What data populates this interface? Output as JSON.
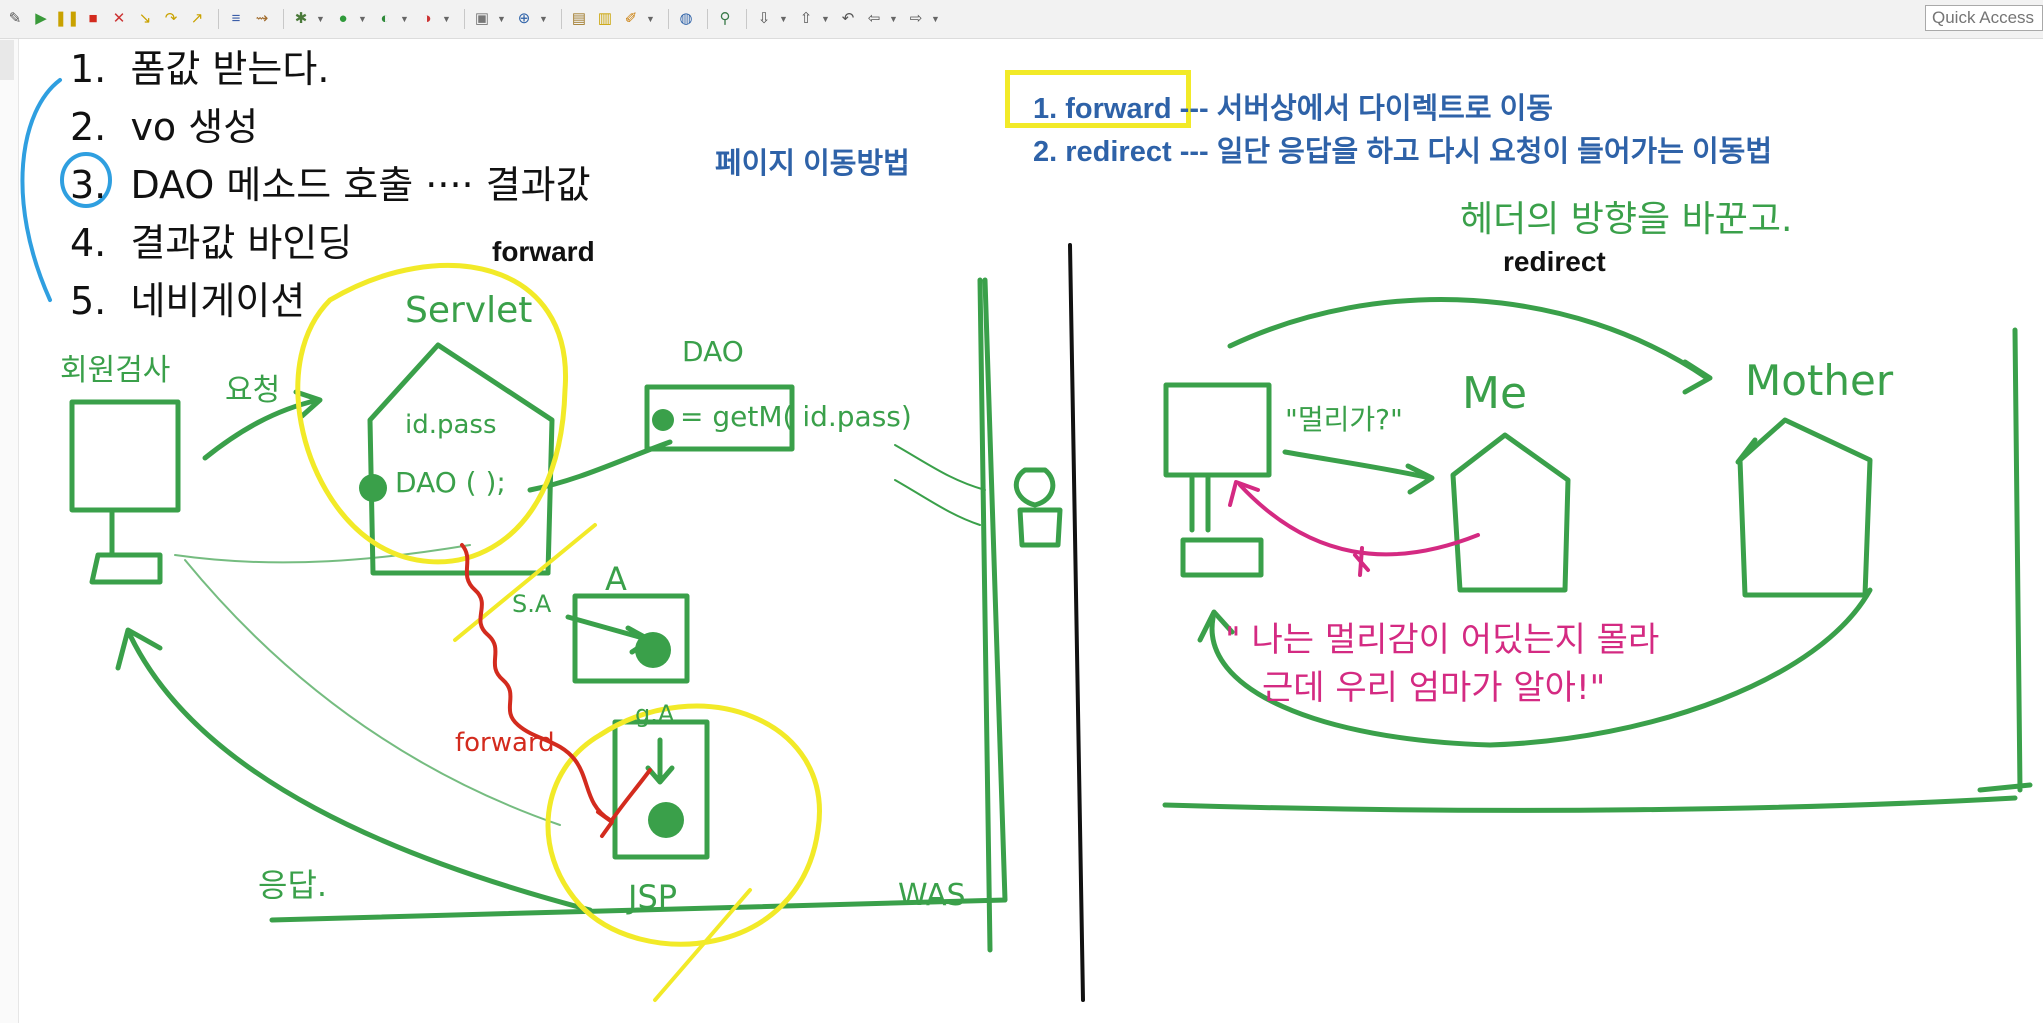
{
  "toolbar": {
    "icons": [
      "debug-icon",
      "run-icon",
      "resume-icon",
      "suspend-icon",
      "terminate-icon",
      "disconnect-icon",
      "step-into-icon",
      "step-over-icon",
      "step-return-icon",
      "drop-to-frame-icon",
      "use-step-filters-icon",
      "bug-icon",
      "run-button-icon",
      "external-tools-icon",
      "coverage-icon",
      "new-server-icon",
      "new-java-class-icon",
      "open-type-icon",
      "open-task-icon",
      "search-icon",
      "globe-icon",
      "perspective-icon",
      "next-annotation-icon",
      "previous-annotation-icon",
      "last-edit-icon",
      "back-icon",
      "forward-icon"
    ],
    "quick_access_placeholder": "Quick Access"
  },
  "notes": {
    "list": [
      {
        "num": "1.",
        "text": "폼값 받는다."
      },
      {
        "num": "2.",
        "text": "vo 생성"
      },
      {
        "num": "3.",
        "text": "DAO 메소드 호출 ···· 결과값"
      },
      {
        "num": "4.",
        "text": "결과값 바인딩"
      },
      {
        "num": "5.",
        "text": "네비게이션"
      }
    ],
    "page_move_title": "페이지 이동방법",
    "methods": [
      {
        "label": "1. forward",
        "desc": "--- 서버상에서 다이렉트로 이동"
      },
      {
        "label": "2. redirect",
        "desc": "--- 일단 응답을 하고 다시 요청이 들어가는 이동법"
      }
    ],
    "forward_heading": "forward",
    "redirect_heading": "redirect",
    "header_note": "헤더의 방향을 바꾼고."
  },
  "forward_diagram": {
    "client_label": "회원검사",
    "request_label": "요청",
    "servlet_label": "Servlet",
    "servlet_param": "id.pass",
    "servlet_call": "DAO ( );",
    "dao_label": "DAO",
    "dao_method": "= getM( id.pass)",
    "sa_label": "S.A",
    "a_label": "A",
    "ga_label": "g.A",
    "forward_label": "forward",
    "jsp_label": "JSP",
    "response_label": "응답.",
    "was_label": "WAS"
  },
  "redirect_diagram": {
    "question": "\"멀리가?\"",
    "me_label": "Me",
    "mother_label": "Mother",
    "reply_line1": "\" 나는 멀리감이 어딨는지 몰라",
    "reply_line2": "근데 우리 엄마가 알아!\""
  },
  "colors": {
    "green": "#3aa04a",
    "yellow": "#f2ea28",
    "red": "#d32b1e",
    "magenta": "#d42a82",
    "blue_pen": "#2f9fe0",
    "typed_blue": "#2e62a8"
  }
}
